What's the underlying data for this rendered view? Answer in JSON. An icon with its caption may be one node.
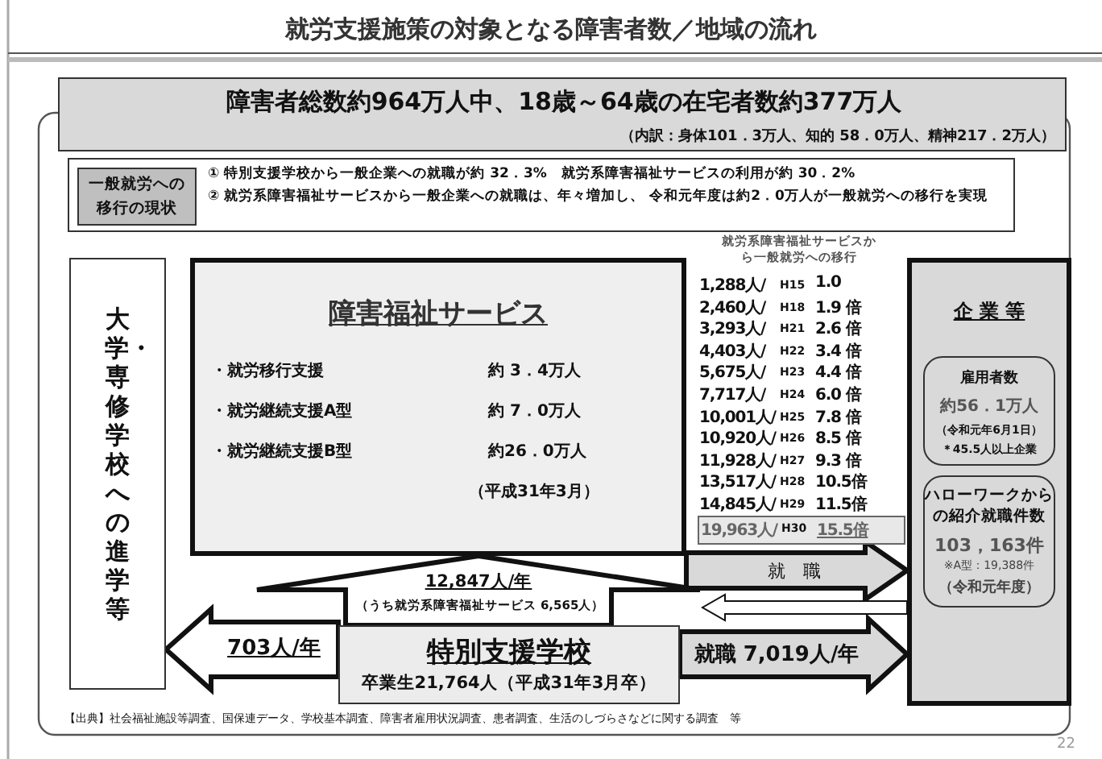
{
  "diagram": {
    "title": "就労支援施策の対象となる障害者数／地域の流れ",
    "nodes": [
      {
        "text": [
          "障害者総数約964万人中、18歳～64歳の在宅者数約377万人",
          "（内訳：身体101．3万人、知的 58．0万人、精神217．2万人）"
        ]
      },
      {
        "text": [
          "① 特別支援学校から一般企業への就職が約 32．3%　就労系障害福祉サービスの利用が約 30．2%",
          "② 就労系障害福祉サービスから一般企業への就職は、年々増加し、 令和元年度は約2．0万人が一般就労への移行を実現"
        ]
      },
      {
        "text": [
          "一般就労への移行の現状"
        ],
        "in": 1
      },
      {
        "text": [
          "大学・専修学校への進学等"
        ]
      },
      {
        "text": [
          "障害福祉サービス",
          "・就労移行支援",
          "約 3．4万人",
          "・就労継続支援A型",
          "約 7．0万人",
          "・就労継続支援B型",
          "約26．0万人",
          "（平成31年3月）"
        ]
      },
      {
        "text": [
          "19,963人/",
          "H30",
          "15.5倍"
        ]
      },
      {
        "text": [
          "企 業 等"
        ]
      },
      {
        "text": [
          "雇用者数",
          "約56．1万人",
          "（令和元年6月1日）",
          "＊45.5人以上企業"
        ],
        "in": 6
      },
      {
        "text": [
          "ハローワークからの紹介就職件数",
          "103，163件",
          "※A型：19,388件",
          "（令和元年度）"
        ],
        "in": 6
      },
      {
        "text": [
          "特別支援学校",
          "卒業生21,764人（平成31年3月卒）"
        ]
      }
    ],
    "edges": [
      {
        "from": 4,
        "to": 6,
        "arrow": "to",
        "label": "就 職",
        "style": "thick"
      },
      {
        "from": 9,
        "to": 6,
        "arrow": "to",
        "label": "就職 7,019人/年",
        "style": "thick"
      },
      {
        "from": 9,
        "to": 3,
        "arrow": "to",
        "label": "703人/年",
        "style": "thick"
      },
      {
        "from": 9,
        "to": 4,
        "arrow": "to",
        "label": "12,847人/年",
        "style": "thick"
      },
      {
        "from": 6,
        "to": null,
        "arrow": "to"
      }
    ],
    "labels": [
      "就労系障害福祉サービスから一般就労への移行",
      "1,288人/",
      "H15",
      "1.0",
      "2,460人/",
      "H18",
      "1.9 倍",
      "3,293人/",
      "H21",
      "2.6 倍",
      "4,403人/",
      "H22",
      "3.4 倍",
      "5,675人/",
      "H23",
      "4.4 倍",
      "7,717人/",
      "H24",
      "6.0 倍",
      "10,001人/",
      "H25",
      "7.8 倍",
      "10,920人/",
      "H26",
      "8.5 倍",
      "11,928人/",
      "H27",
      "9.3 倍",
      "13,517人/",
      "H28",
      "10.5倍",
      "14,845人/",
      "H29",
      "11.5倍",
      "（うち就労系障害福祉サービス 6,565人）",
      "【出典】社会福祉施設等調査、国保連データ、学校基本調査、障害者雇用状況調査、患者調査、生活のしづらさなどに関する調査　等",
      "22"
    ]
  }
}
